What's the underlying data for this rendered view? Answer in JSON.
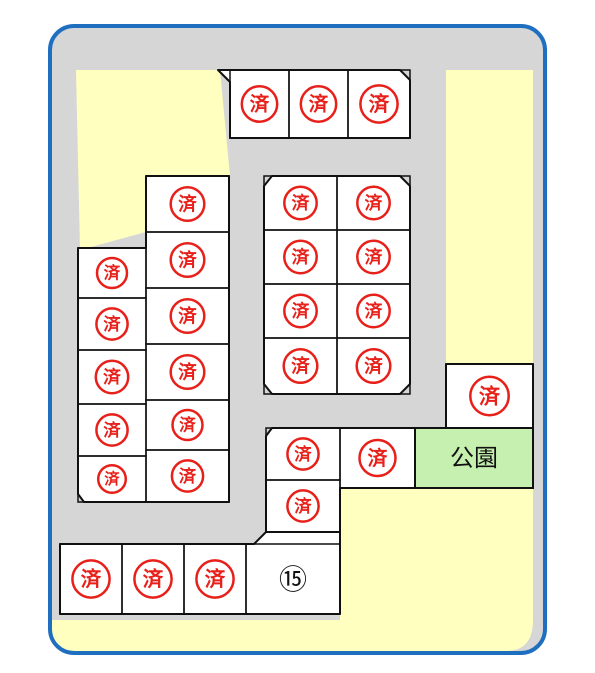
{
  "map": {
    "sold_mark": "済",
    "park_label": "公園",
    "lot_number": "⑮",
    "colors": {
      "frame_border": "#1f6fc0",
      "road": "#d6d6d6",
      "land": "#ffffc0",
      "lot_fill": "#ffffff",
      "lot_border": "#111111",
      "park_fill": "#c6f0b0",
      "stamp": "#e8201a"
    }
  }
}
